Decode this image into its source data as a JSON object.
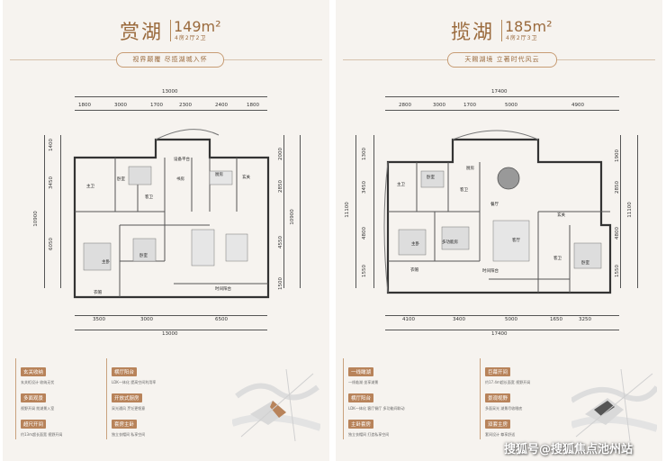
{
  "left": {
    "title": "赏湖",
    "area": "149m²",
    "rooms": "4房2厅2卫",
    "slogan": "视界颠覆 尽揽湖城入怀",
    "dims_top": [
      "1800",
      "3000",
      "1700",
      "2300",
      "2400",
      "1800"
    ],
    "total_top": "13000",
    "dims_bottom": [
      "3500",
      "3000",
      "6500"
    ],
    "total_bottom": "13000",
    "dims_left": [
      "1400",
      "3450",
      "6050"
    ],
    "total_left": "10900",
    "dims_right": [
      "2000",
      "2850",
      "4550",
      "1500"
    ],
    "total_right": "10900",
    "rooms_labels": {
      "bed1": "卧室",
      "bath1": "主卫",
      "bath2": "客卫",
      "study": "书房",
      "kitchen": "厨房",
      "foyer": "玄关",
      "service": "设备平台",
      "bed2": "卧室",
      "master": "主卧",
      "closet": "衣帽",
      "balcony": "时间阳台"
    },
    "features": [
      {
        "tag": "玄关收纳",
        "desc": "玄关柜设计 收纳无忧"
      },
      {
        "tag": "横厅阳台",
        "desc": "LDK一体化 提高空间利用率"
      },
      {
        "tag": "多面观景",
        "desc": "视野开阔 揽湖景入室"
      },
      {
        "tag": "开放式厨房",
        "desc": "采光通风 烹饪更惬意"
      },
      {
        "tag": "超尺开间",
        "desc": "约13m超长面宽 视野开阔"
      },
      {
        "tag": "套房主卧",
        "desc": "独立衣帽间 私享空间"
      }
    ]
  },
  "right": {
    "title": "揽湖",
    "area": "185m²",
    "rooms": "4房2厅3卫",
    "slogan": "天赐湖境 立著时代风云",
    "dims_top": [
      "2800",
      "3000",
      "1700",
      "5000",
      "4900"
    ],
    "total_top": "17400",
    "dims_bottom": [
      "4100",
      "3400",
      "5000",
      "1650",
      "3250"
    ],
    "total_bottom": "17400",
    "dims_left": [
      "1300",
      "3450",
      "4800",
      "1550"
    ],
    "total_left": "11100",
    "dims_right": [
      "1900",
      "2850",
      "4800",
      "1550"
    ],
    "total_right": "11100",
    "rooms_labels": {
      "bath1": "主卫",
      "bed1": "卧室",
      "bath2": "客卫",
      "kitchen": "厨房",
      "dining": "餐厅",
      "master": "主卧",
      "multi": "多功能房",
      "living": "客厅",
      "foyer": "玄关",
      "bath3": "客卫",
      "bed2": "卧室",
      "closet": "衣帽",
      "balcony": "时间阳台"
    },
    "features": [
      {
        "tag": "一线瞰湖",
        "desc": "一线临湖 坐享湖景"
      },
      {
        "tag": "巨幕开间",
        "desc": "约17.4m超长面宽 视野开阔"
      },
      {
        "tag": "横厅阳台",
        "desc": "LDK一体化 客厅餐厅 多功能间联动"
      },
      {
        "tag": "景观视野",
        "desc": "多面采光 湖景尽收眼底"
      },
      {
        "tag": "主卧套房",
        "desc": "独立衣帽间 打造私享空间"
      },
      {
        "tag": "双套主房",
        "desc": "套间设计 尊享舒适"
      }
    ]
  },
  "watermark": "搜狐号@搜狐焦点池州站",
  "colors": {
    "accent": "#b8835a",
    "title": "#9a6a3c",
    "page": "#f6f3ef"
  }
}
